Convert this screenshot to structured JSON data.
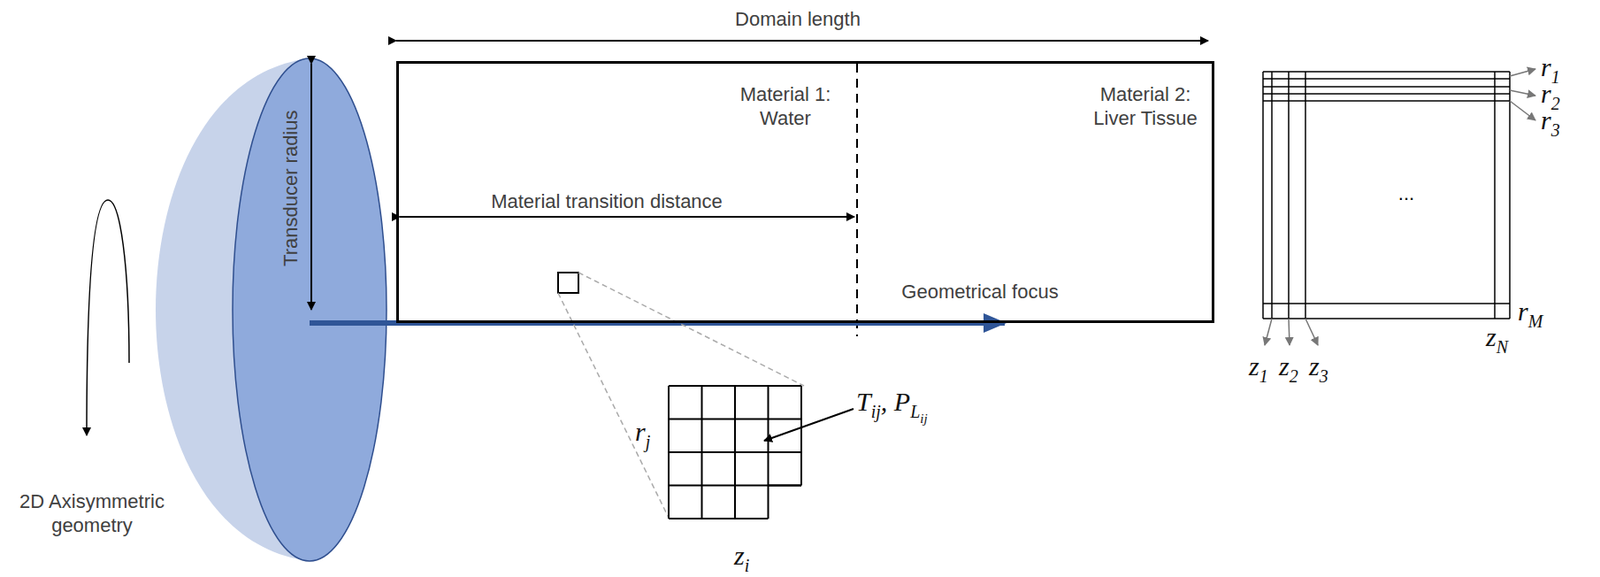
{
  "diagram": {
    "nodes": [
      {
        "text": [
          "Material 1: Water",
          "Material 2: Liver Tissue",
          "Material transition distance",
          "Geometrical focus"
        ]
      }
    ],
    "labels": [
      "Domain length",
      "Transducer radius",
      "2D Axisymmetric geometry",
      "...",
      "r",
      "1",
      "r",
      "2",
      "r",
      "3",
      "r",
      "M",
      "z",
      "1",
      "z",
      "2",
      "z",
      "3",
      "z",
      "N",
      "z",
      "i",
      "r",
      "j",
      "T",
      "ij",
      ", P",
      "L",
      "ij"
    ]
  }
}
